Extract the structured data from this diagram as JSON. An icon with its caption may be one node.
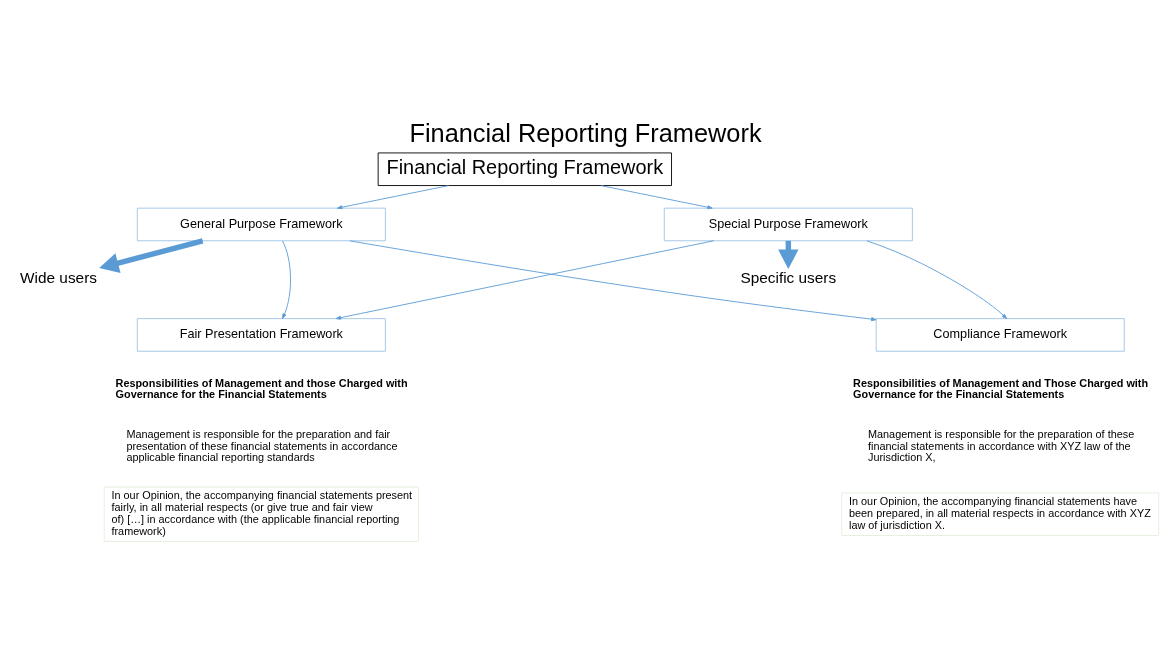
{
  "diagram": {
    "title": "Financial Reporting Framework",
    "nodes": [
      {
        "text": [
          "Financial Reporting Framework"
        ]
      },
      {
        "text": [
          "General Purpose Framework"
        ]
      },
      {
        "text": [
          "Special Purpose Framework"
        ]
      },
      {
        "text": [
          "Wide users"
        ]
      },
      {
        "text": [
          "Specific users"
        ]
      },
      {
        "text": [
          "Fair Presentation Framework"
        ]
      },
      {
        "text": [
          "Compliance Framework"
        ]
      },
      {
        "text": [
          "In our Opinion, the accompanying financial statements present fairly, in all material respects (or give true and fair view of) […] in accordance with (the applicable financial reporting framework)"
        ]
      },
      {
        "text": [
          "In our Opinion, the accompanying financial statements have been prepared, in all material respects in accordance with XYZ law of jurisdiction X."
        ]
      }
    ],
    "edges": [
      {
        "from": 0,
        "to": 1,
        "arrow": "to"
      },
      {
        "from": 0,
        "to": 2,
        "arrow": "to"
      },
      {
        "from": 1,
        "to": 3,
        "arrow": "to",
        "style": "thick"
      },
      {
        "from": 2,
        "to": 4,
        "arrow": "to",
        "style": "thick"
      },
      {
        "from": 1,
        "to": 5,
        "arrow": "to"
      },
      {
        "from": 1,
        "to": 6,
        "arrow": "to"
      },
      {
        "from": 2,
        "to": 5,
        "arrow": "to"
      },
      {
        "from": 2,
        "to": 6,
        "arrow": "to"
      }
    ],
    "labels": [
      "Responsibilities of Management and those Charged with Governance for the Financial Statements",
      "Management is responsible for the preparation and fair presentation of these financial statements in accordance applicable financial reporting standards",
      "Responsibilities of Management and Those Charged with Governance for the Financial Statements",
      "Management is responsible for the preparation of these financial statements in accordance with XYZ law of the Jurisdiction X,"
    ]
  }
}
